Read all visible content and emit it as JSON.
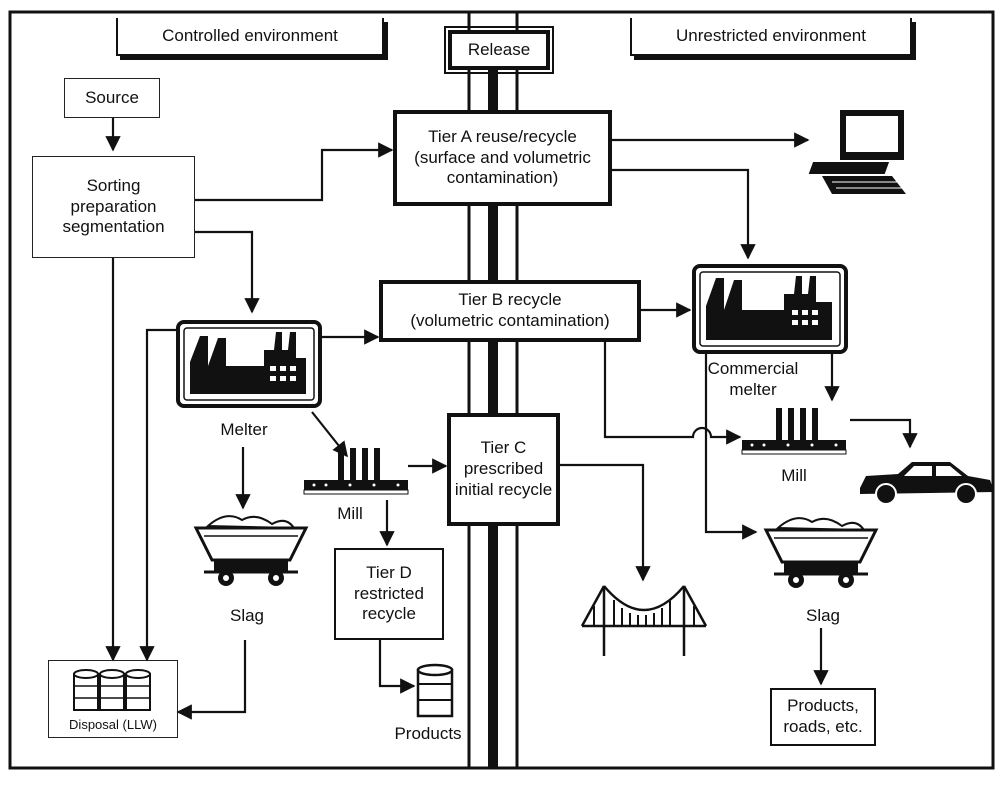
{
  "regions": {
    "controlled": "Controlled environment",
    "unrestricted": "Unrestricted environment",
    "release": "Release"
  },
  "nodes": {
    "source": "Source",
    "sorting": [
      "Sorting",
      "preparation",
      "segmentation"
    ],
    "tier_a": [
      "Tier A reuse/recycle",
      "(surface and volumetric",
      "contamination)"
    ],
    "tier_b": [
      "Tier B recycle",
      "(volumetric contamination)"
    ],
    "tier_c": [
      "Tier C",
      "prescribed",
      "initial recycle"
    ],
    "tier_d": [
      "Tier D",
      "restricted",
      "recycle"
    ],
    "melter": "Melter",
    "mill_left": "Mill",
    "slag_left": "Slag",
    "disposal": "Disposal (LLW)",
    "products_left": "Products",
    "commercial_melter": [
      "Commercial",
      "melter"
    ],
    "mill_right": "Mill",
    "slag_right": "Slag",
    "products_right": [
      "Products,",
      "roads, etc."
    ]
  },
  "icons": [
    "factory-icon",
    "mill-icon",
    "slag-cart-icon",
    "drums-icon",
    "drum-icon",
    "computer-icon",
    "car-icon",
    "bridge-icon"
  ]
}
